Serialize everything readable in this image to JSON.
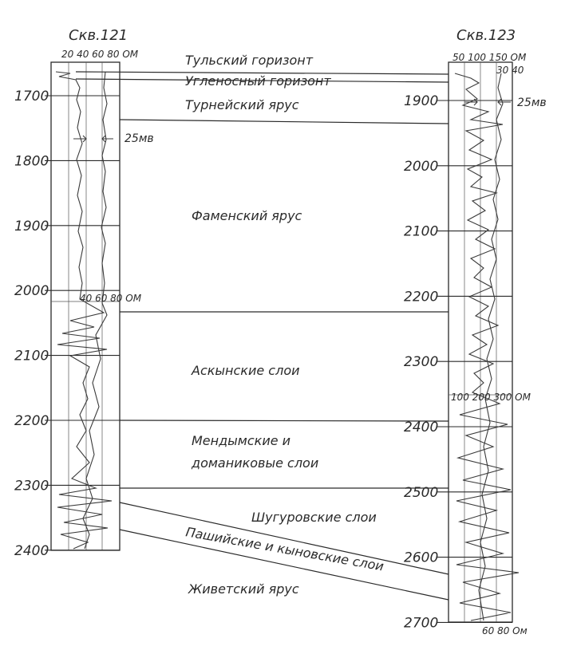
{
  "well_121": {
    "title": "Скв.121",
    "scale_top": "20 40 60 80 ОМ",
    "scale_mid": "40 60 80 ОМ",
    "sp_label": "25мв",
    "depths": [
      "1700",
      "1800",
      "1900",
      "2000",
      "2100",
      "2200",
      "2300",
      "2400"
    ]
  },
  "well_123": {
    "title": "Скв.123",
    "scale_top": "50 100 150 ОМ",
    "scale_top2": "30 40",
    "scale_mid": "100 200 300 ОМ",
    "scale_bottom": "60 80 Ом",
    "sp_label": "25мв",
    "depths": [
      "1900",
      "2000",
      "2100",
      "2200",
      "2300",
      "2400",
      "2500",
      "2600",
      "2700"
    ]
  },
  "units": [
    {
      "key": "tula",
      "text": "Тульский горизонт"
    },
    {
      "key": "coal",
      "text": "Угленосный горизонт"
    },
    {
      "key": "tourn",
      "text": "Турнейский ярус"
    },
    {
      "key": "famen",
      "text": "Фаменский ярус"
    },
    {
      "key": "askyn",
      "text": "Аскынские слои"
    },
    {
      "key": "mend1",
      "text": "Мендымские и"
    },
    {
      "key": "mend2",
      "text": "доманиковые слои"
    },
    {
      "key": "shug",
      "text": "Шугуровские слои"
    },
    {
      "key": "pash",
      "text": "Пашийские и кыновские слои"
    },
    {
      "key": "zhiv",
      "text": "Живетский ярус"
    }
  ]
}
